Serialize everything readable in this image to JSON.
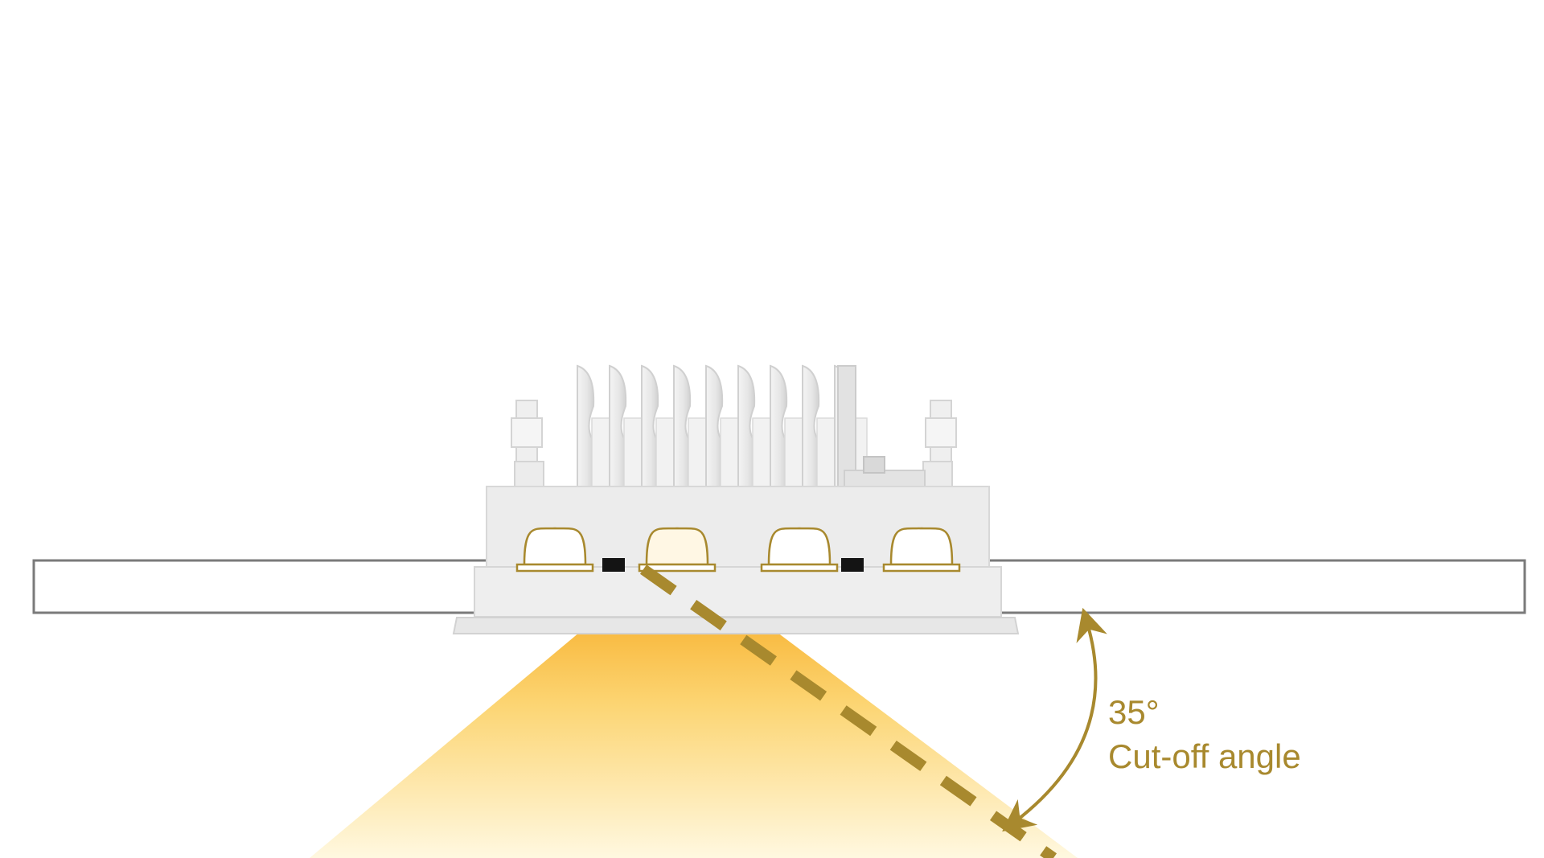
{
  "annotation": {
    "angle_value": "35°",
    "angle_caption": "Cut-off angle"
  },
  "colors": {
    "accent": "#a8892e",
    "beam_top": "#f6a81e",
    "beam_bottom": "#fff6d6",
    "fixture_body": "#e9e9e9",
    "fixture_edge": "#cfcfcf",
    "ceiling_outline": "#7a7a7a",
    "led_outline": "#a8892e"
  },
  "fixture": {
    "led_count": 4,
    "sensor_count": 2
  }
}
